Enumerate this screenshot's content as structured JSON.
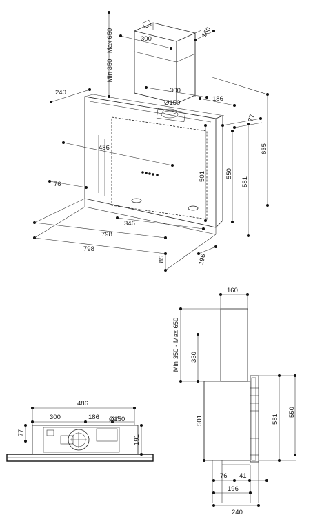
{
  "top_view": {
    "chimney_range": "Min 350 - Max 650",
    "chimney_width": "300",
    "chimney_depth": "160",
    "bracket_width": "300",
    "side_offset": "240",
    "side_depth": "186",
    "outlet_diameter": "Ø150",
    "edge_offset": "77",
    "inner_width": "486",
    "inner_height": "501",
    "left_offset": "76",
    "hole_spacing": "346",
    "panel_width_upper": "798",
    "panel_width_lower": "798",
    "base_height": "85",
    "base_depth": "196",
    "height_550": "550",
    "height_581": "581",
    "height_635": "635"
  },
  "bottom_left": {
    "overall_width": "486",
    "left_width": "300",
    "right_width": "186",
    "diameter": "Ø150",
    "depth": "77",
    "height": "191"
  },
  "bottom_right": {
    "top_width": "160",
    "chimney_range": "Min 350 - Max 650",
    "chimney_330": "330",
    "body_501": "501",
    "dim_581": "581",
    "dim_550": "550",
    "base_76": "76",
    "base_41": "41",
    "base_196": "196",
    "base_240": "240"
  }
}
